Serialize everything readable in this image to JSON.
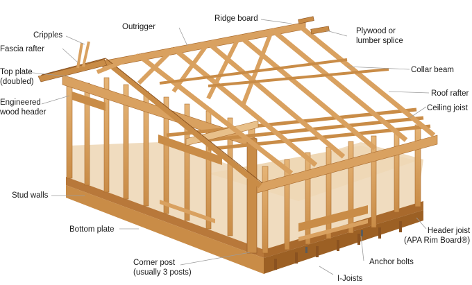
{
  "diagram": {
    "labels": {
      "cripples": "Cripples",
      "fascia_rafter": "Fascia rafter",
      "top_plate_1": "Top plate",
      "top_plate_2": "(doubled)",
      "engineered_1": "Engineered",
      "engineered_2": "wood header",
      "stud_walls": "Stud walls",
      "bottom_plate": "Bottom plate",
      "corner_post_1": "Corner post",
      "corner_post_2": "(usually 3 posts)",
      "outrigger": "Outrigger",
      "ridge_board": "Ridge board",
      "plywood_1": "Plywood or",
      "plywood_2": "lumber splice",
      "collar_beam": "Collar beam",
      "roof_rafter": "Roof rafter",
      "ceiling_joist": "Ceiling joist",
      "header_joist_1": "Header joist",
      "header_joist_2": "(APA Rim Board®)",
      "anchor_bolts": "Anchor bolts",
      "i_joists": "I-Joists"
    },
    "colors": {
      "lumber": "#d9a160",
      "lumber_dark": "#a8692c",
      "lumber_light": "#ebc48e",
      "floor": "#f0dcbf",
      "leader": "#9c9c9c"
    }
  }
}
